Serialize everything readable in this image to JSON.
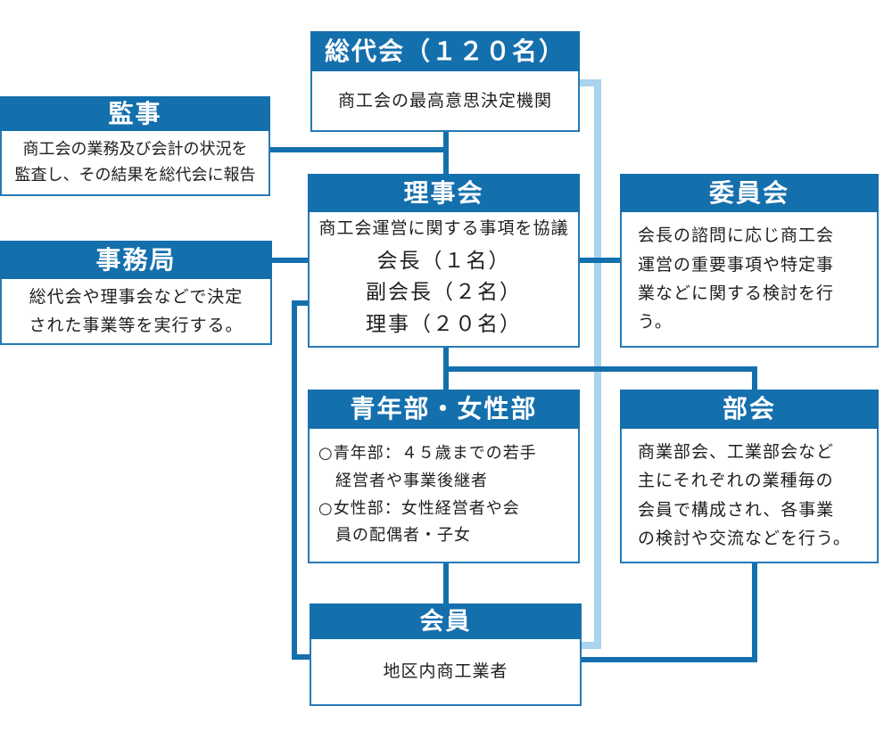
{
  "palette": {
    "primary": "#146fad",
    "light_line": "#a8d4ee",
    "border": "#2579b5",
    "text": "#1f1f1f",
    "header_text": "#ffffff",
    "background": "#ffffff"
  },
  "boxes": {
    "soudaikai": {
      "title": "総代会（１２０名）",
      "body": "商工会の最高意思決定機関"
    },
    "kanji": {
      "title": "監事",
      "body": "商工会の業務及び会計の状況を\n監査し、その結果を総代会に報告"
    },
    "jimukyoku": {
      "title": "事務局",
      "body": "総代会や理事会などで決定\nされた事業等を実行する。"
    },
    "rijikai": {
      "title": "理事会",
      "desc": "商工会運営に関する事項を協議",
      "roles": "会長（１名）\n副会長（２名）\n理事（２０名）"
    },
    "iinkai": {
      "title": "委員会",
      "body": "会長の諮問に応じ商工会\n運営の重要事項や特定事\n業などに関する検討を行\nう。"
    },
    "seinenbu": {
      "title": "青年部・女性部",
      "body": "○青年部：４５歳までの若手\n　経営者や事業後継者\n○女性部：女性経営者や会\n　員の配偶者・子女"
    },
    "bukai": {
      "title": "部会",
      "body": "商業部会、工業部会など\n主にそれぞれの業種毎の\n会員で構成され、各事業\nの検討や交流などを行う。"
    },
    "kaiin": {
      "title": "会員",
      "body": "地区内商工業者"
    }
  }
}
